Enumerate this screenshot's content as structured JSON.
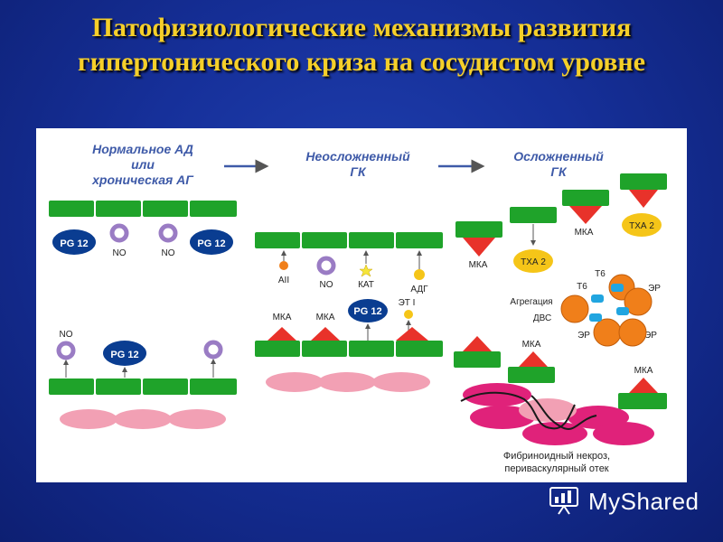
{
  "title": "Патофизиологические механизмы развития гипертонического криза на сосудистом уровне",
  "columns": {
    "c1_line1": "Нормальное АД",
    "c1_line2": "или",
    "c1_line3": "хроническая АГ",
    "c2_line1": "Неосложненный",
    "c2_line2": "ГК",
    "c3_line1": "Осложненный",
    "c3_line2": "ГК"
  },
  "labels": {
    "pg12": "PG 12",
    "no": "NO",
    "aii": "AII",
    "kat": "КАТ",
    "adg": "АДГ",
    "et1": "ЭТ I",
    "mka": "МКА",
    "txa2": "ТХА 2",
    "t6": "Т6",
    "er": "ЭР",
    "aggregation": "Агрегация",
    "dvs": "ДВС",
    "fibrinoid_line1": "Фибриноидный некроз,",
    "fibrinoid_line2": "периваскулярный отек"
  },
  "watermark": "MyShared",
  "colors": {
    "green": "#1fa32a",
    "dark_blue": "#0a3d91",
    "purple_ring": "#9a7cc4",
    "red": "#e8322a",
    "yellow": "#f5c518",
    "orange": "#f07f1a",
    "pink": "#f2a0b4",
    "magenta": "#e0227a",
    "light_blue": "#21a5e0",
    "title": "#f5cf2a"
  }
}
